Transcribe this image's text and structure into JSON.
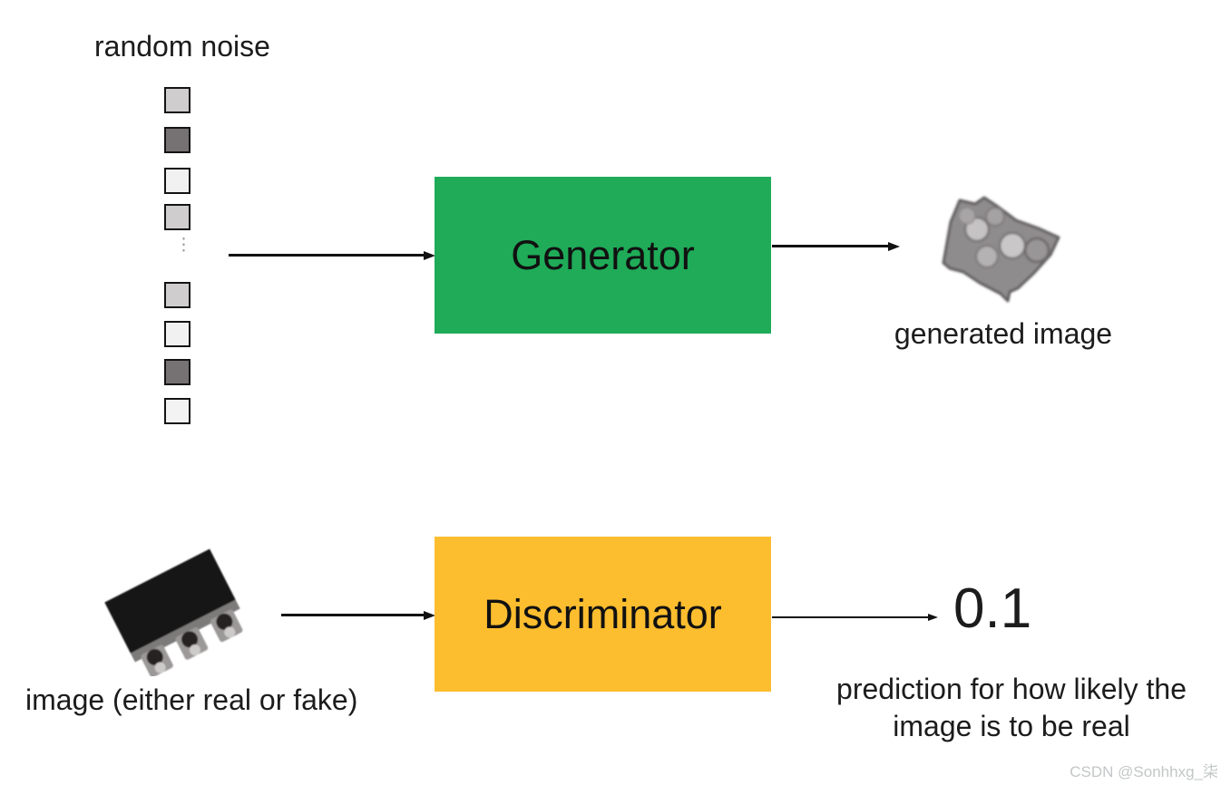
{
  "labels": {
    "random_noise": "random noise",
    "generated_image": "generated image",
    "input_image": "image (either real or fake)",
    "prediction_line1": "prediction for how likely the",
    "prediction_line2": "image is to be real"
  },
  "generator": {
    "label": "Generator",
    "color": "#1fab58"
  },
  "discriminator": {
    "label": "Discriminator",
    "color": "#fcbd2f"
  },
  "prediction": {
    "value": "0.1"
  },
  "noise": {
    "ellipsis": "⋮",
    "squares": [
      "#cfcdce",
      "#767172",
      "#f2f1f1",
      "#cfcdce",
      "#cfcdce",
      "#f2f1f1",
      "#767172",
      "#f4f3f3"
    ]
  },
  "pictures": {
    "generated_image_alt": "grayscale generated image blob",
    "input_image_alt": "photo of a small black electronic component"
  },
  "colors": {
    "text": "#1c1c1c",
    "arrow": "#121212",
    "watermark": "#c3c7c7"
  },
  "watermark": "CSDN @Sonhhxg_柒"
}
